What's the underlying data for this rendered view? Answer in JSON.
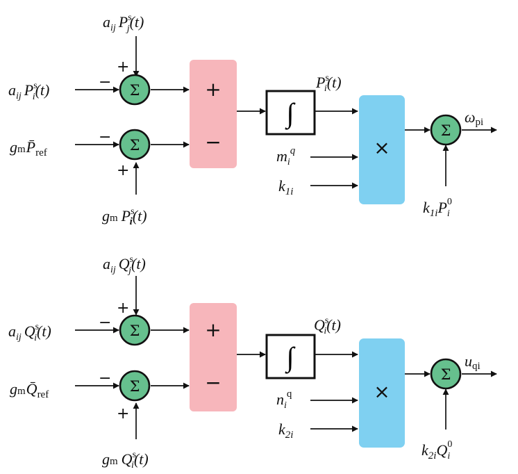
{
  "colors": {
    "summer_fill": "#66c08e",
    "subtractor_fill": "#f7b6bb",
    "multiplier_fill": "#7fd0f1",
    "integrator_fill": "#ffffff",
    "line": "#111111"
  },
  "icons": {
    "summer": "sigma-summing-junction",
    "integrator": "integral-sign",
    "multiplier": "multiply-cross"
  },
  "symbols": {
    "sum": "Σ",
    "integral": "∫",
    "multiply": "×",
    "plus": "+",
    "minus": "−"
  },
  "loop_p": {
    "input_top": {
      "base": "a",
      "sub": "ij",
      "base2": "P",
      "sup": "s",
      "sub2": "j",
      "arg": "(t)"
    },
    "input_left": {
      "base": "a",
      "sub": "ij",
      "base2": "P",
      "sup": "s",
      "sub2": "i",
      "arg": "(t)"
    },
    "input_ref": {
      "base": "g",
      "sub": "m",
      "base2": "P̄",
      "sub2": "ref"
    },
    "input_bottom": {
      "base": "g",
      "sub": "m",
      "base2": "P",
      "sup": "s",
      "sub2": "i",
      "arg": "(t)"
    },
    "integrator_output": {
      "base": "P",
      "sup": "s",
      "sub": "i",
      "arg": "(t)"
    },
    "mult_input_1": {
      "base": "m",
      "sub": "i",
      "sup": "q"
    },
    "mult_input_2": {
      "base": "k",
      "sub": "1i"
    },
    "offset_input": {
      "base": "k",
      "sub": "1i",
      "base2": "P",
      "sub2": "i",
      "sup": "0"
    },
    "output": {
      "base": "ω",
      "sub": "pi"
    }
  },
  "loop_q": {
    "input_top": {
      "base": "a",
      "sub": "ij",
      "base2": "Q",
      "sup": "s",
      "sub2": "j",
      "arg": "(t)"
    },
    "input_left": {
      "base": "a",
      "sub": "ij",
      "base2": "Q",
      "sup": "s",
      "sub2": "i",
      "arg": "(t)"
    },
    "input_ref": {
      "base": "g",
      "sub": "m",
      "base2": "Q̄",
      "sub2": "ref"
    },
    "input_bottom": {
      "base": "g",
      "sub": "m",
      "base2": "Q",
      "sup": "s",
      "sub2": "i",
      "arg": "(t)"
    },
    "integrator_output": {
      "base": "Q",
      "sup": "s",
      "sub": "i",
      "arg": "(t)"
    },
    "mult_input_1": {
      "base": "n",
      "sub": "i",
      "sup": "q"
    },
    "mult_input_2": {
      "base": "k",
      "sub": "2i"
    },
    "offset_input": {
      "base": "k",
      "sub": "2i",
      "base2": "Q",
      "sub2": "i",
      "sup": "0"
    },
    "output": {
      "base": "u",
      "sub": "qi"
    }
  }
}
